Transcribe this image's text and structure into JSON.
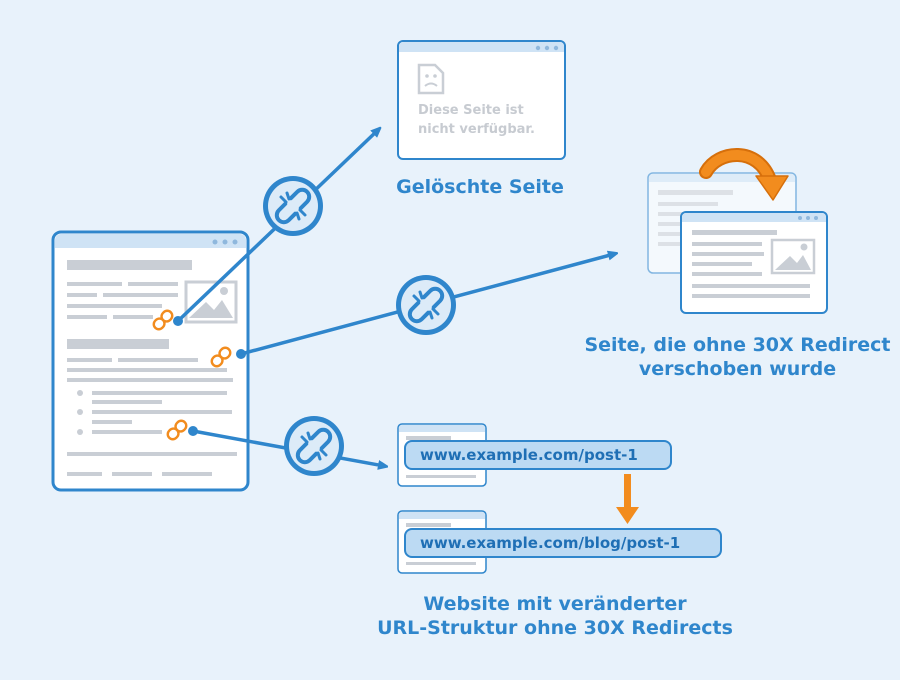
{
  "diagram": {
    "deleted_page": {
      "message_line1": "Diese Seite ist",
      "message_line2": "nicht verfügbar.",
      "caption": "Gelöschte Seite"
    },
    "moved_page": {
      "caption_line1": "Seite, die ohne 30X Redirect",
      "caption_line2": "verschoben wurde"
    },
    "url_change": {
      "old_url": "www.example.com/post-1",
      "new_url": "www.example.com/blog/post-1",
      "caption_line1": "Website mit veränderter",
      "caption_line2": "URL-Struktur ohne 30X Redirects"
    },
    "icons": [
      "broken-link-icon",
      "chain-link-icon",
      "sad-document-icon",
      "image-placeholder-icon",
      "curved-arrow-icon"
    ],
    "colors": {
      "background": "#e8f2fb",
      "blue": "#2f86cc",
      "light_blue": "#bcdaf3",
      "orange": "#f28c1e",
      "gray": "#c9ced5"
    }
  }
}
